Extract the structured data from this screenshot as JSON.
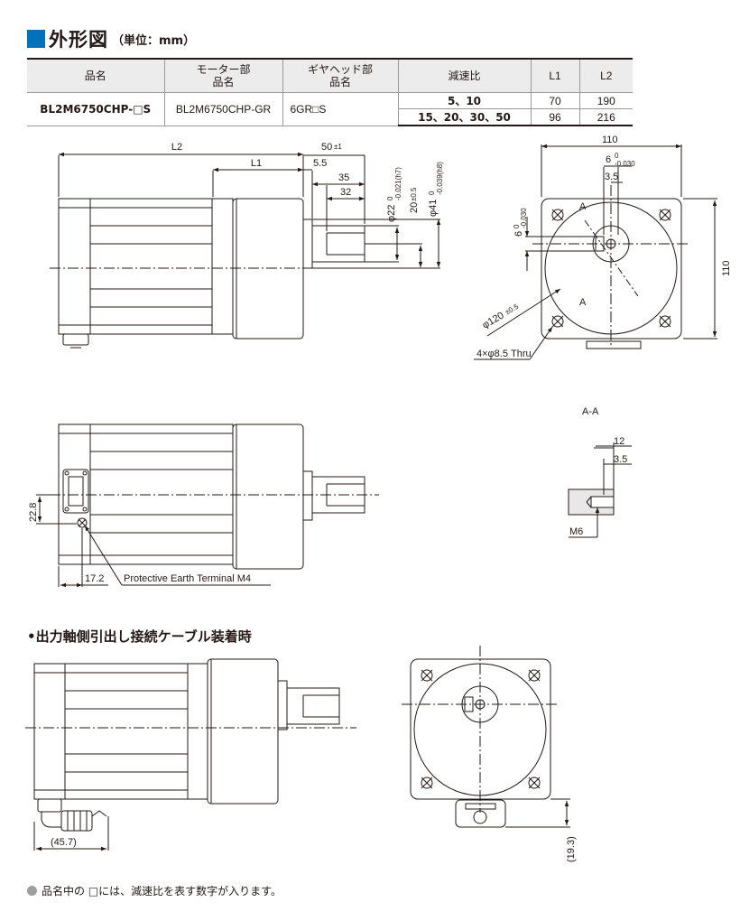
{
  "header": {
    "title": "外形図",
    "unit": "（単位：mm）"
  },
  "table": {
    "columns": [
      "品名",
      "モーター部\n品名",
      "ギヤヘッド部\n品名",
      "減速比",
      "L1",
      "L2"
    ],
    "rows": [
      {
        "model": "BL2M6750CHP-□S",
        "motor": "BL2M6750CHP-GR",
        "gear": "6GR□S",
        "ratio": "5、10",
        "l1": "70",
        "l2": "190"
      },
      {
        "ratio": "15、20、30、50",
        "l1": "96",
        "l2": "216"
      }
    ]
  },
  "dims": {
    "L2": "L2",
    "L1": "L1",
    "d50": "50",
    "d50tol": "±1",
    "d5_5": "5.5",
    "d35": "35",
    "d32": "32",
    "phi22": "φ22",
    "phi22tol": "-0.021(h7)",
    "d20": "20",
    "d20tol": "±0.5",
    "phi41": "φ41",
    "phi41tol": "-0.039(h8)",
    "tol0": "0",
    "d110top": "110",
    "d6": "6",
    "d6tol": "-0.030",
    "d3_5": "3.5",
    "d110side": "110",
    "A": "A",
    "phi120": "φ120",
    "phi120tol": "±0.5",
    "holes": "4×φ8.5 Thru",
    "AA": "A-A",
    "d12": "12",
    "d3_5b": "3.5",
    "M6": "M6",
    "d22_8": "22.8",
    "d17_2": "17.2",
    "pe": "Protective Earth Terminal M4",
    "d45_7": "(45.7)",
    "d19_3": "(19.3)"
  },
  "section2": {
    "title": "•出力軸側引出し接続ケーブル装着時"
  },
  "note": {
    "text": "品名中の □には、減速比を表す数字が入ります。"
  }
}
